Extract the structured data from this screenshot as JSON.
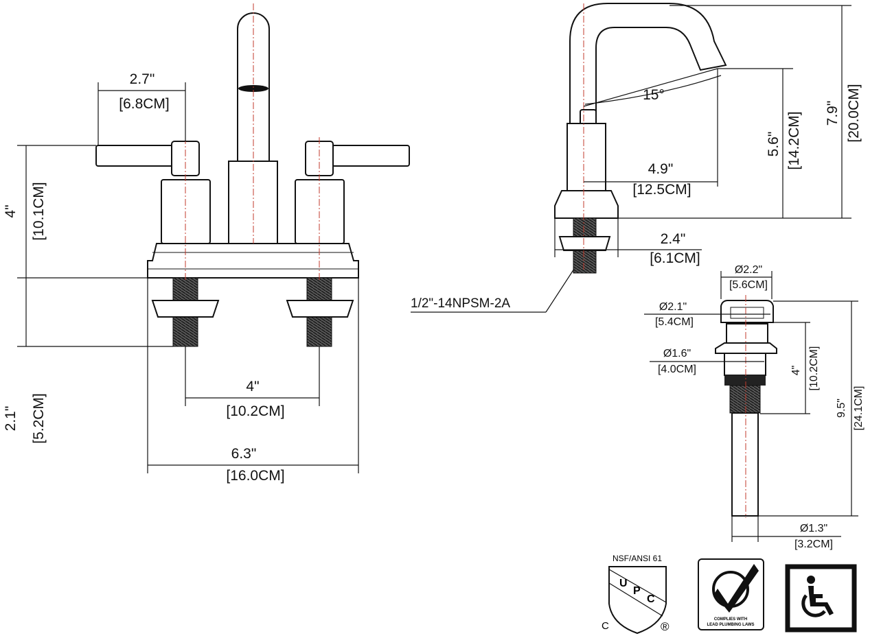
{
  "front_view": {
    "handle_offset": {
      "in": "2.7\"",
      "cm": "[6.8CM]"
    },
    "height": {
      "in": "4\"",
      "cm": "[10.1CM]"
    },
    "shank_length": {
      "in": "2.1\"",
      "cm": "[5.2CM]"
    },
    "center_spacing": {
      "in": "4\"",
      "cm": "[10.2CM]"
    },
    "base_width": {
      "in": "6.3\"",
      "cm": "[16.0CM]"
    }
  },
  "side_view": {
    "angle": "15°",
    "spout_height": {
      "in": "5.6\"",
      "cm": "[14.2CM]"
    },
    "total_height": {
      "in": "7.9\"",
      "cm": "[20.0CM]"
    },
    "spout_reach": {
      "in": "4.9\"",
      "cm": "[12.5CM]"
    },
    "base_depth": {
      "in": "2.4\"",
      "cm": "[6.1CM]"
    },
    "thread_spec": "1/2\"-14NPSM-2A"
  },
  "drain": {
    "cap_diameter": {
      "in": "Ø2.2\"",
      "cm": "[5.6CM]"
    },
    "flange_diameter": {
      "in": "Ø2.1\"",
      "cm": "[5.4CM]"
    },
    "body_diameter": {
      "in": "Ø1.6\"",
      "cm": "[4.0CM]"
    },
    "body_length": {
      "in": "4\"",
      "cm": "[10.2CM]"
    },
    "total_length": {
      "in": "9.5\"",
      "cm": "[24.1CM]"
    },
    "tail_diameter": {
      "in": "Ø1.3\"",
      "cm": "[3.2CM]"
    }
  },
  "certifications": {
    "upc": {
      "top": "NSF/ANSI 61",
      "letters": [
        "U",
        "P",
        "C"
      ],
      "left": "C",
      "right": "®"
    },
    "lead": {
      "line1": "COMPLIES WITH",
      "line2": "LEAD PLUMBING LAWS"
    },
    "ada": {
      "icon": "wheelchair-icon"
    }
  },
  "colors": {
    "line": "#111111",
    "centerline": "#c0392b"
  }
}
